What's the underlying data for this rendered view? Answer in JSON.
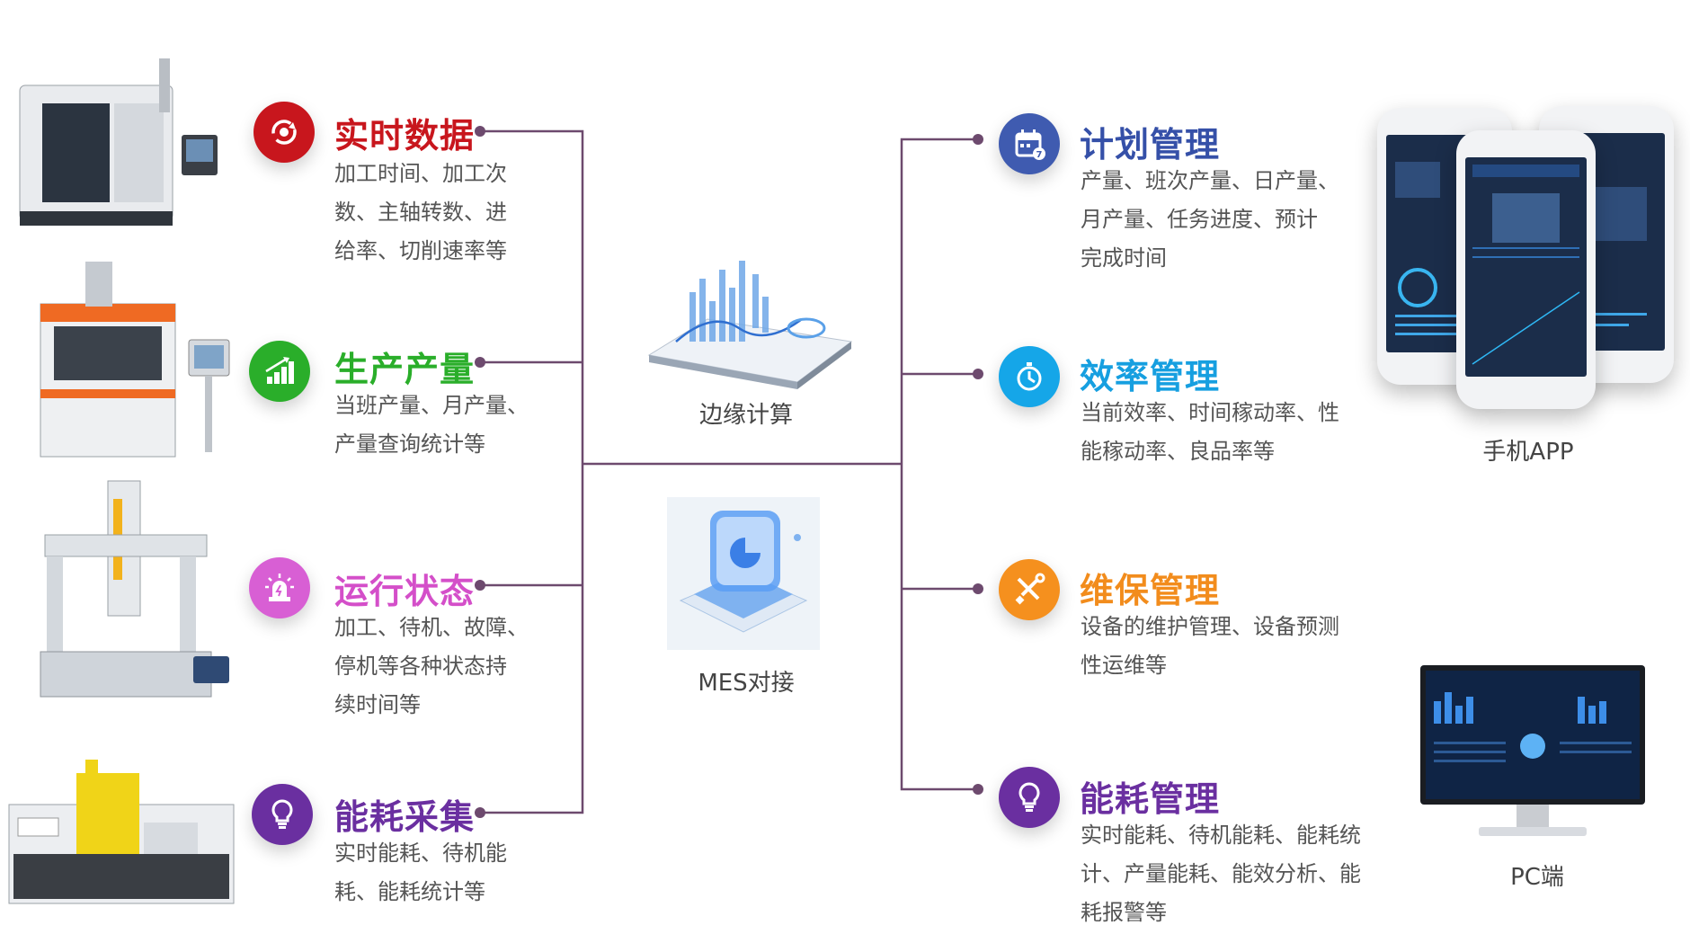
{
  "left_items": [
    {
      "title": "实时数据",
      "title_color": "#c8161d",
      "icon": "refresh-icon",
      "icon_bg": "#c8161d",
      "lines": [
        "加工时间、加工次",
        "数、主轴转数、进",
        "给率、切削速率等"
      ]
    },
    {
      "title": "生产产量",
      "title_color": "#2aae2a",
      "icon": "bar-growth-icon",
      "icon_bg": "#2aae2a",
      "lines": [
        "当班产量、月产量、",
        "产量查询统计等"
      ]
    },
    {
      "title": "运行状态",
      "title_color": "#d44fc9",
      "icon": "alarm-light-icon",
      "icon_bg": "#d85fd4",
      "lines": [
        "加工、待机、故障、",
        "停机等各种状态持",
        "续时间等"
      ]
    },
    {
      "title": "能耗采集",
      "title_color": "#6a2fa0",
      "icon": "lightbulb-icon",
      "icon_bg": "#6a2fa0",
      "lines": [
        "实时能耗、待机能",
        "耗、能耗统计等"
      ]
    }
  ],
  "right_items": [
    {
      "title": "计划管理",
      "title_color": "#3550a8",
      "icon": "calendar-icon",
      "icon_bg": "#3f5bb0",
      "lines": [
        "产量、班次产量、日产量、",
        "月产量、任务进度、预计",
        "完成时间"
      ]
    },
    {
      "title": "效率管理",
      "title_color": "#169fe0",
      "icon": "stopwatch-icon",
      "icon_bg": "#15a6e8",
      "lines": [
        "当前效率、时间稼动率、性",
        "能稼动率、良品率等"
      ]
    },
    {
      "title": "维保管理",
      "title_color": "#f28c1c",
      "icon": "tools-icon",
      "icon_bg": "#f5901e",
      "lines": [
        "设备的维护管理、设备预测",
        "性运维等"
      ]
    },
    {
      "title": "能耗管理",
      "title_color": "#6a2fa0",
      "icon": "lightbulb-icon",
      "icon_bg": "#6a2fa0",
      "lines": [
        "实时能耗、待机能耗、能耗统",
        "计、产量能耗、能效分析、能",
        "耗报警等"
      ]
    }
  ],
  "center": {
    "edge_label": "边缘计算",
    "mes_label": "MES对接"
  },
  "devices": {
    "phone_label": "手机APP",
    "pc_label": "PC端"
  },
  "colors": {
    "connector": "#6d4a6e"
  }
}
